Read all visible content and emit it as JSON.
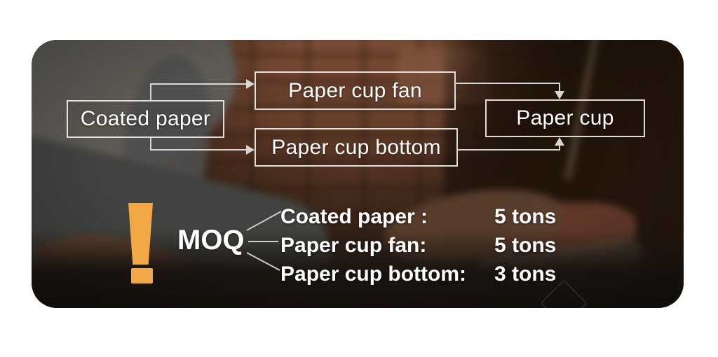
{
  "flow": {
    "nodes": [
      {
        "id": "coated-paper",
        "label": "Coated paper"
      },
      {
        "id": "paper-cup-fan",
        "label": "Paper cup fan"
      },
      {
        "id": "paper-cup-bottom",
        "label": "Paper cup bottom"
      },
      {
        "id": "paper-cup",
        "label": "Paper cup"
      }
    ],
    "edges": [
      {
        "from": "coated-paper",
        "to": "paper-cup-fan"
      },
      {
        "from": "coated-paper",
        "to": "paper-cup-bottom"
      },
      {
        "from": "paper-cup-fan",
        "to": "paper-cup"
      },
      {
        "from": "paper-cup-bottom",
        "to": "paper-cup"
      }
    ]
  },
  "moq": {
    "label": "MOQ",
    "items": [
      {
        "label": "Coated paper :",
        "value": "5 tons"
      },
      {
        "label": "Paper cup fan:",
        "value": "5 tons"
      },
      {
        "label": "Paper cup bottom:",
        "value": "3 tons"
      }
    ]
  },
  "icons": {
    "exclamation": "exclamation-mark"
  },
  "colors": {
    "accent_orange": "#F2A846",
    "box_border": "#F3F1ED",
    "text": "#FFFFFF",
    "connector": "#D8D6D2"
  }
}
